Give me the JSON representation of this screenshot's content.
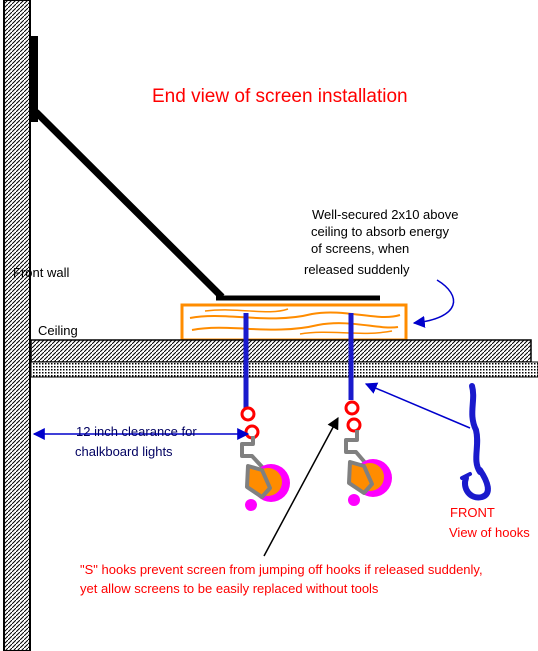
{
  "title": "End view of screen installation",
  "labels": {
    "front_wall": "Front wall",
    "ceiling": "Ceiling",
    "beam_note": [
      "Well-secured 2x10 above",
      "ceiling to absorb energy",
      "of screens, when",
      "released suddenly"
    ],
    "clearance_note": [
      "12 inch clearance for",
      "chalkboard lights"
    ],
    "front_view": [
      "FRONT",
      "View of hooks"
    ],
    "s_hook_note": [
      "\"S\" hooks prevent screen from jumping off hooks if released suddenly,",
      "yet allow screens to be easily replaced without tools"
    ]
  },
  "colors": {
    "title": "#ff0000",
    "beam": "#ff8c00",
    "rod": "#1a1acc",
    "ring": "#ff0000",
    "roll": "#ff8c00",
    "clip": "#ff00ff",
    "arrow": "#0000cc"
  }
}
